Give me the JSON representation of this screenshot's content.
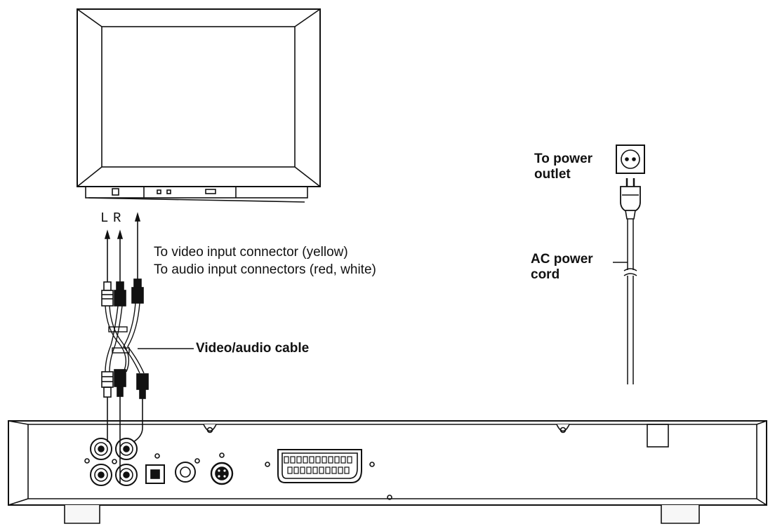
{
  "labels": {
    "channel_left": "L",
    "channel_right": "R",
    "video_input": "To video input connector (yellow)",
    "audio_input": "To audio input connectors (red, white)",
    "cable": "Video/audio cable",
    "outlet_line1": "To power",
    "outlet_line2": "outlet",
    "cord_line1": "AC power",
    "cord_line2": "cord"
  },
  "colors": {
    "line": "#111111",
    "background": "#ffffff",
    "screen_gray": "#f2f2f2",
    "foot_fill": "#f7f7f7"
  },
  "icons": {
    "outlet": "power-outlet-icon",
    "plug": "power-plug-icon",
    "tv": "television-icon",
    "player": "dvd-player-rear-panel"
  }
}
